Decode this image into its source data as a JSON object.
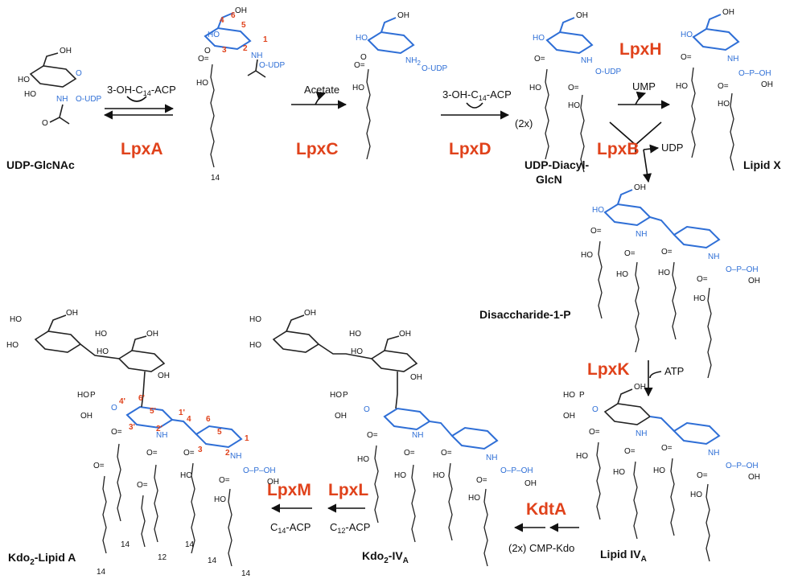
{
  "enzymes": {
    "lpxa": "LpxA",
    "lpxc": "LpxC",
    "lpxd": "LpxD",
    "lpxh": "LpxH",
    "lpxb": "LpxB",
    "lpxk": "LpxK",
    "kdta": "KdtA",
    "lpxl": "LpxL",
    "lpxm": "LpxM"
  },
  "compounds": {
    "udp_glcnac": "UDP-GlcNAc",
    "udp_diacyl_1": "UDP-Diacyl-",
    "udp_diacyl_2": "GlcN",
    "lipid_x": "Lipid X",
    "disaccharide": "Disaccharide-1-P",
    "lipid_iva": "Lipid IV",
    "lipid_iva_sub": "A",
    "kdo2_iva_pre": "Kdo",
    "kdo2_iva_sub1": "2",
    "kdo2_iva_mid": "-IV",
    "kdo2_iva_sub2": "A",
    "kdo2_lipid_a_pre": "Kdo",
    "kdo2_lipid_a_sub": "2",
    "kdo2_lipid_a_post": "-Lipid A"
  },
  "reagents": {
    "acp_pre": "3-OH-C",
    "acp_sub": "14",
    "acp_post": "-ACP",
    "acetate": "Acetate",
    "two_x": "(2x)",
    "ump": "UMP",
    "udp": "UDP",
    "atp": "ATP",
    "cmp_kdo": "(2x) CMP-Kdo",
    "c14_pre": "C",
    "c14_sub": "14",
    "c14_post": "-ACP",
    "c12_pre": "C",
    "c12_sub": "12",
    "c12_post": "-ACP"
  },
  "atoms": {
    "oh": "OH",
    "ho": "HO",
    "nh": "NH",
    "nh2": "NH",
    "nh2_sub": "2",
    "o": "O",
    "o_udp": "O-UDP",
    "p": "P",
    "o_p": "O–P–OH",
    "ho_dot": "HO",
    "carbonyl": "O="
  },
  "chain_lengths": {
    "n14": "14",
    "n12": "12"
  },
  "positions": {
    "p1": "1",
    "p2": "2",
    "p3": "3",
    "p4": "4",
    "p5": "5",
    "p6": "6",
    "p1p": "1'",
    "p2p": "2'",
    "p3p": "3'",
    "p4p": "4'",
    "p5p": "5'",
    "p6p": "6'"
  }
}
